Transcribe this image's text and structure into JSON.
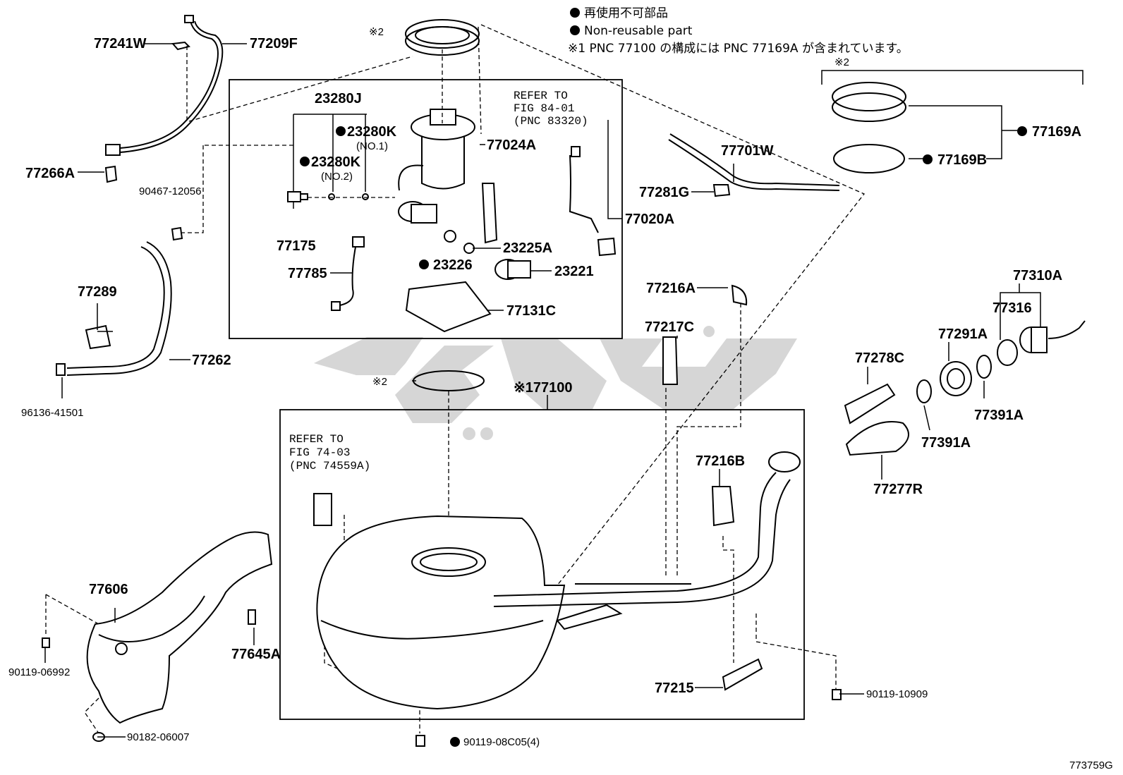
{
  "legend": {
    "non_reusable_jp": "再使用不可部品",
    "non_reusable_en": "Non-reusable part",
    "note1": "※1 PNC 77100 の構成には PNC 77169A が含まれています。"
  },
  "refs": {
    "fig84": [
      "REFER TO",
      "FIG 84-01",
      "(PNC 83320)"
    ],
    "fig74": [
      "REFER TO",
      "FIG 74-03",
      "(PNC 74559A)"
    ]
  },
  "labels": {
    "p77241W": "77241W",
    "p77209F": "77209F",
    "p77266A": "77266A",
    "p90467": "90467-12056",
    "p77289": "77289",
    "p77262": "77262",
    "p96136": "96136-41501",
    "p23280J": "23280J",
    "p23280K1": "23280K",
    "no1": "(NO.1)",
    "p23280K2": "23280K",
    "no2": "(NO.2)",
    "p77175": "77175",
    "p77024A": "77024A",
    "p77020A": "77020A",
    "p23225A": "23225A",
    "p23226": "23226",
    "p23221": "23221",
    "p77785": "77785",
    "p77131C": "77131C",
    "p77701W": "77701W",
    "p77281G": "77281G",
    "p77169A": "77169A",
    "p77169B": "77169B",
    "mark2a": "※2",
    "mark2b": "※2",
    "mark2c": "※2",
    "p177100": "※177100",
    "p77216A": "77216A",
    "p77217C": "77217C",
    "p77216B": "77216B",
    "p77215": "77215",
    "p77310A": "77310A",
    "p77316": "77316",
    "p77291A": "77291A",
    "p77278C": "77278C",
    "p77391A1": "77391A",
    "p77391A2": "77391A",
    "p77277R": "77277R",
    "p77606": "77606",
    "p77645A": "77645A",
    "p90119_06992": "90119-06992",
    "p90182": "90182-06007",
    "p90119_08C05": "90119-08C05(4)",
    "p90119_10909": "90119-10909",
    "fig_code": "773759G"
  }
}
